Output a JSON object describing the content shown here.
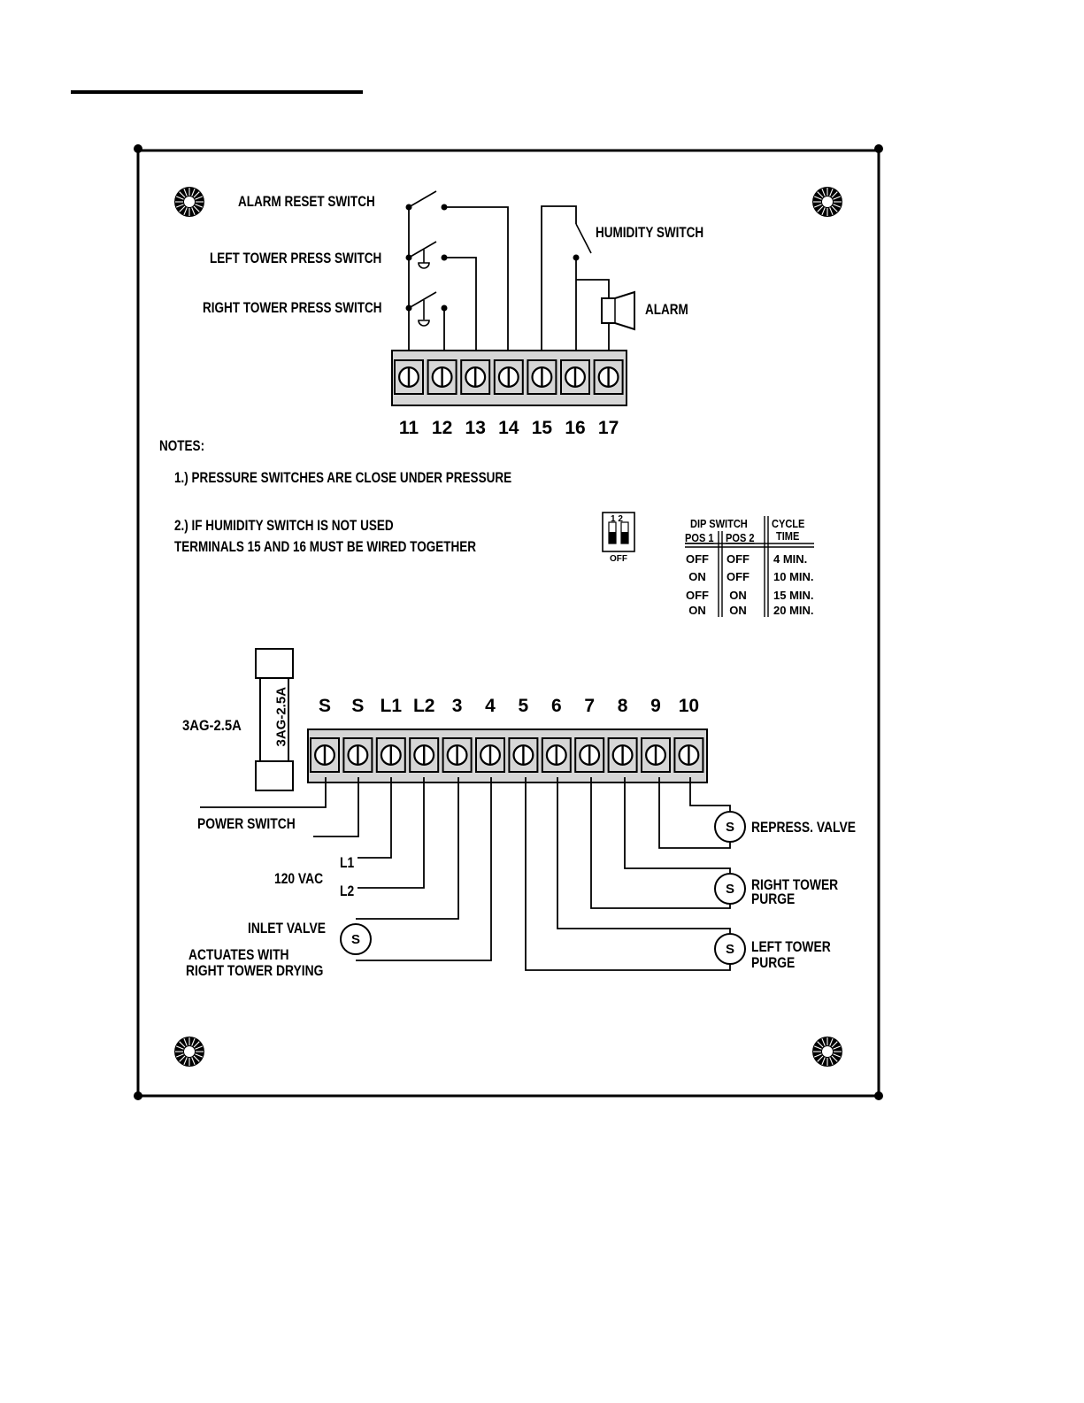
{
  "top_terminals": [
    "11",
    "12",
    "13",
    "14",
    "15",
    "16",
    "17"
  ],
  "bottom_terminals": [
    "S",
    "S",
    "L1",
    "L2",
    "3",
    "4",
    "5",
    "6",
    "7",
    "8",
    "9",
    "10"
  ],
  "switch_labels": {
    "alarm_reset": "ALARM RESET SWITCH",
    "left_tower_press": "LEFT TOWER PRESS SWITCH",
    "right_tower_press": "RIGHT TOWER PRESS SWITCH",
    "humidity": "HUMIDITY SWITCH",
    "alarm": "ALARM"
  },
  "notes": {
    "heading": "NOTES:",
    "note1": "1.) PRESSURE SWITCHES ARE CLOSE UNDER PRESSURE",
    "note2_line1": "2.) IF HUMIDITY SWITCH IS NOT USED",
    "note2_line2": "TERMINALS 15 AND 16 MUST BE WIRED TOGETHER"
  },
  "dip_switch": {
    "icon_numbers": "1 2",
    "icon_off": "OFF",
    "header": "DIP SWITCH",
    "cycle_header": "CYCLE",
    "time_header": "TIME",
    "pos1": "POS 1",
    "pos2": "POS 2",
    "rows": [
      {
        "pos1": "OFF",
        "pos2": "OFF",
        "time": "4 MIN."
      },
      {
        "pos1": "ON",
        "pos2": "OFF",
        "time": "10 MIN."
      },
      {
        "pos1": "OFF",
        "pos2": "ON",
        "time": "15 MIN."
      },
      {
        "pos1": "ON",
        "pos2": "ON",
        "time": "20 MIN."
      }
    ]
  },
  "fuse": {
    "label": "3AG-2.5A",
    "body_label": "3AG-2.5A"
  },
  "bottom_labels": {
    "power_switch": "POWER SWITCH",
    "vac": "120 VAC",
    "l1": "L1",
    "l2": "L2",
    "inlet_valve": "INLET VALVE",
    "actuates_line1": "ACTUATES WITH",
    "actuates_line2": "RIGHT TOWER DRYING",
    "repress_valve": "REPRESS. VALVE",
    "right_tower_line1": "RIGHT TOWER",
    "right_tower_line2": "PURGE",
    "left_tower_line1": "LEFT TOWER",
    "left_tower_line2": "PURGE",
    "solenoid_letter": "S"
  }
}
